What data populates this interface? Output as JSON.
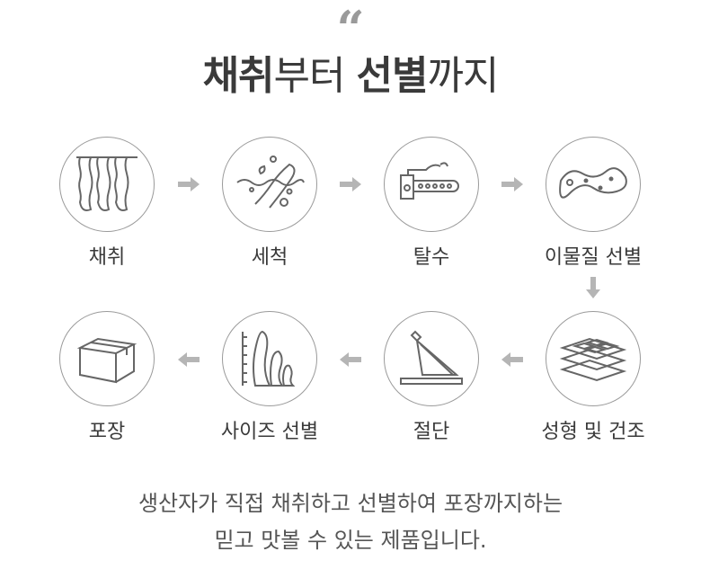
{
  "header": {
    "quote_mark": "“",
    "title_part1": "채취",
    "title_part2": "부터 ",
    "title_part3": "선별",
    "title_part4": "까지"
  },
  "steps": [
    {
      "label": "채취",
      "icon": "seaweed-hanging-icon"
    },
    {
      "label": "세척",
      "icon": "washing-icon"
    },
    {
      "label": "탈수",
      "icon": "dehydration-machine-icon"
    },
    {
      "label": "이물질 선별",
      "icon": "foreign-matter-sorting-icon"
    },
    {
      "label": "성형 및 건조",
      "icon": "stacked-sheets-icon"
    },
    {
      "label": "절단",
      "icon": "cutter-icon"
    },
    {
      "label": "사이즈 선별",
      "icon": "size-sorting-icon"
    },
    {
      "label": "포장",
      "icon": "box-icon"
    }
  ],
  "footer": {
    "line1": "생산자가 직접 채취하고 선별하여 포장까지하는",
    "line2": "믿고 맛볼 수 있는 제품입니다."
  },
  "colors": {
    "text": "#3a3a3a",
    "icon": "#666666",
    "arrow": "#b5b5b5"
  }
}
